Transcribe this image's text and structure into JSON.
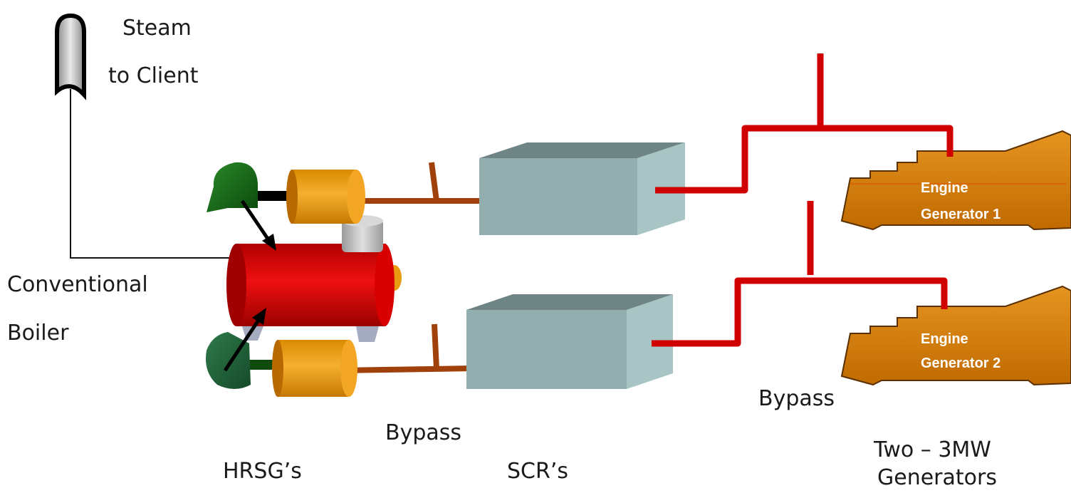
{
  "labels": {
    "steam_line1": "Steam",
    "steam_line2": "to Client",
    "boiler_line1": "Conventional",
    "boiler_line2": "Boiler",
    "hrsg": "HRSG’s",
    "scr": "SCR’s",
    "bypass_left": "Bypass",
    "bypass_right": "Bypass",
    "gen_line1": "Two – 3MW",
    "gen_line2": "Generators",
    "engine1_line1": "Engine",
    "engine1_line2": "Generator 1",
    "engine2_line1": "Engine",
    "engine2_line2": "Generator 2"
  },
  "colors": {
    "exhaust_pipe": "#d00000",
    "scr_to_hrsg_duct": "#a0400a",
    "scr_front": "#92aeae",
    "scr_top": "#6f8585",
    "scr_side": "#a8c4c4",
    "hrsg_body": "#f0a010",
    "fan": "#1a6e1a",
    "boiler": "#d40000",
    "engine": "#d88410"
  }
}
